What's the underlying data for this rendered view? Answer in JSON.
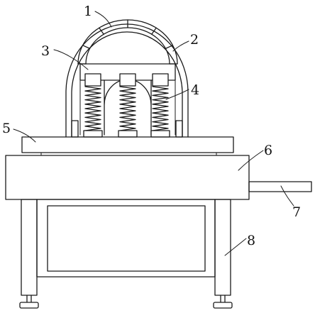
{
  "labels": [
    {
      "id": "1",
      "text": "1"
    },
    {
      "id": "2",
      "text": "2"
    },
    {
      "id": "3",
      "text": "3"
    },
    {
      "id": "4",
      "text": "4"
    },
    {
      "id": "5",
      "text": "5"
    },
    {
      "id": "6",
      "text": "6"
    },
    {
      "id": "7",
      "text": "7"
    },
    {
      "id": "8",
      "text": "8"
    }
  ],
  "colors": {
    "line": "#1a1a1a",
    "background": "#ffffff"
  }
}
